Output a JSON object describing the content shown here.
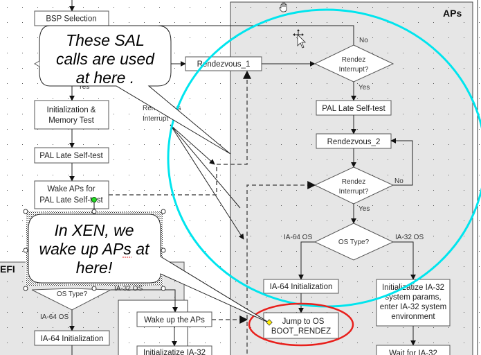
{
  "diagram": {
    "lanes": {
      "aps_title": "APs",
      "efi_title": "EFI"
    },
    "bsp_flow": {
      "bsp_selection": "BSP Selection",
      "yes_label": "Yes",
      "init_memory_line1": "Initialization &",
      "init_memory_line2": "Memory Test",
      "pal_late_self_test": "PAL Late Self-test",
      "wake_aps_line1": "Wake APs for",
      "wake_aps_line2": "PAL Late Self-test",
      "rendezvous_interrupt_line1": "Rendezvous",
      "rendezvous_interrupt_line2": "Interrupt",
      "rendezvous_1": "Rendezvous_1"
    },
    "efi_flow": {
      "os_type": "OS Type?",
      "ia64_os": "IA-64 OS",
      "ia32_os": "IA-32 OS",
      "ia64_init": "IA-64 Initialization",
      "wake_up_aps": "Wake up the APs",
      "init_ia32_partial": "Initializatize IA-32"
    },
    "aps_flow": {
      "no_label_1": "No",
      "rendez_interrupt_1_line1": "Rendez",
      "rendez_interrupt_1_line2": "Interrupt?",
      "yes_label_1": "Yes",
      "pal_late_self_test": "PAL Late Self-test",
      "rendezvous_2": "Rendezvous_2",
      "rendez_interrupt_2_line1": "Rendez",
      "rendez_interrupt_2_line2": "Interrupt?",
      "no_label_2": "No",
      "yes_label_2": "Yes",
      "os_type": "OS Type?",
      "ia64_os": "IA-64 OS",
      "ia32_os": "IA-32 OS",
      "ia64_init": "IA-64 Initialization",
      "jump_os_line1": "Jump to OS",
      "jump_os_line2": "BOOT_RENDEZ",
      "init_ia32_line1": "Initializatize IA-32",
      "init_ia32_line2": "system params,",
      "init_ia32_line3": "enter IA-32 system",
      "init_ia32_line4": "environment",
      "wait_ia32_partial": "Wait for IA-32"
    },
    "callouts": {
      "sal_line1": "These SAL",
      "sal_line2": "calls are used",
      "sal_line3": "at here .",
      "xen_line1": "In XEN, we",
      "xen_line2": "wake up APs at",
      "xen_line3": "here!"
    },
    "highlights": {
      "circle_color": "#00e5ee",
      "ellipse_color": "#e8201c",
      "selection_handle_color": "#22dd22",
      "anchor_color": "#ffee00"
    }
  }
}
